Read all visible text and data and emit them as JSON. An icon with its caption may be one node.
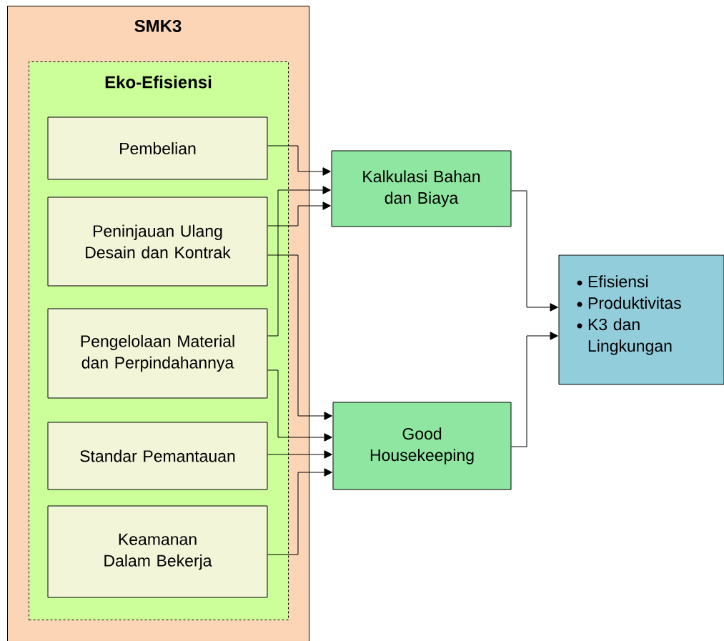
{
  "diagram": {
    "nodes": [
      {
        "text": [
          "SMK3"
        ]
      },
      {
        "text": [
          "Eko-Efisiensi"
        ],
        "in": 0
      },
      {
        "text": [
          "Pembelian"
        ],
        "in": 1
      },
      {
        "text": [
          "Peninjauan Ulang Desain dan Kontrak"
        ],
        "in": 1
      },
      {
        "text": [
          "Pengelolaan Material dan Perpindahannya"
        ],
        "in": 1
      },
      {
        "text": [
          "Standar Pemantauan"
        ],
        "in": 1
      },
      {
        "text": [
          "Keamanan Dalam Bekerja"
        ],
        "in": 1
      },
      {
        "text": [
          "Kalkulasi Bahan dan Biaya"
        ]
      },
      {
        "text": [
          "Good Housekeeping"
        ]
      },
      {
        "text": [
          "Efisiensi",
          "Produktivitas",
          "K3 dan Lingkungan"
        ]
      }
    ],
    "edges": [
      {
        "from": 2,
        "to": 7,
        "arrow": "to"
      },
      {
        "from": 4,
        "to": 7,
        "arrow": "to"
      },
      {
        "from": 3,
        "to": 7,
        "arrow": "to"
      },
      {
        "from": 3,
        "to": 8,
        "arrow": "to"
      },
      {
        "from": 4,
        "to": 8,
        "arrow": "to"
      },
      {
        "from": 5,
        "to": 8,
        "arrow": "to"
      },
      {
        "from": 6,
        "to": 8,
        "arrow": "to"
      },
      {
        "from": 7,
        "to": 9,
        "arrow": "to"
      },
      {
        "from": 8,
        "to": 9,
        "arrow": "to"
      }
    ]
  }
}
